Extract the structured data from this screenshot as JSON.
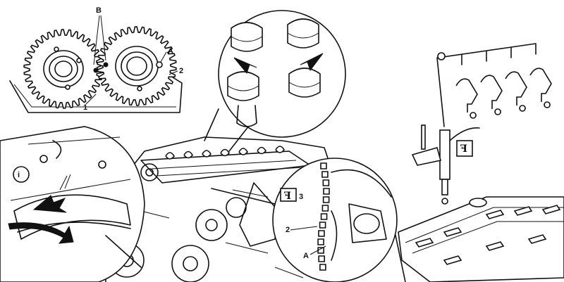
{
  "labels": {
    "gear_b": "B",
    "gear_a": "A",
    "gear_1": "1",
    "gear_2": "2",
    "chain_3": "3",
    "chain_2": "2",
    "chain_a": "A"
  },
  "symbols": {
    "torque_chain": "ꟻ",
    "torque_injector": "ꟻ"
  }
}
